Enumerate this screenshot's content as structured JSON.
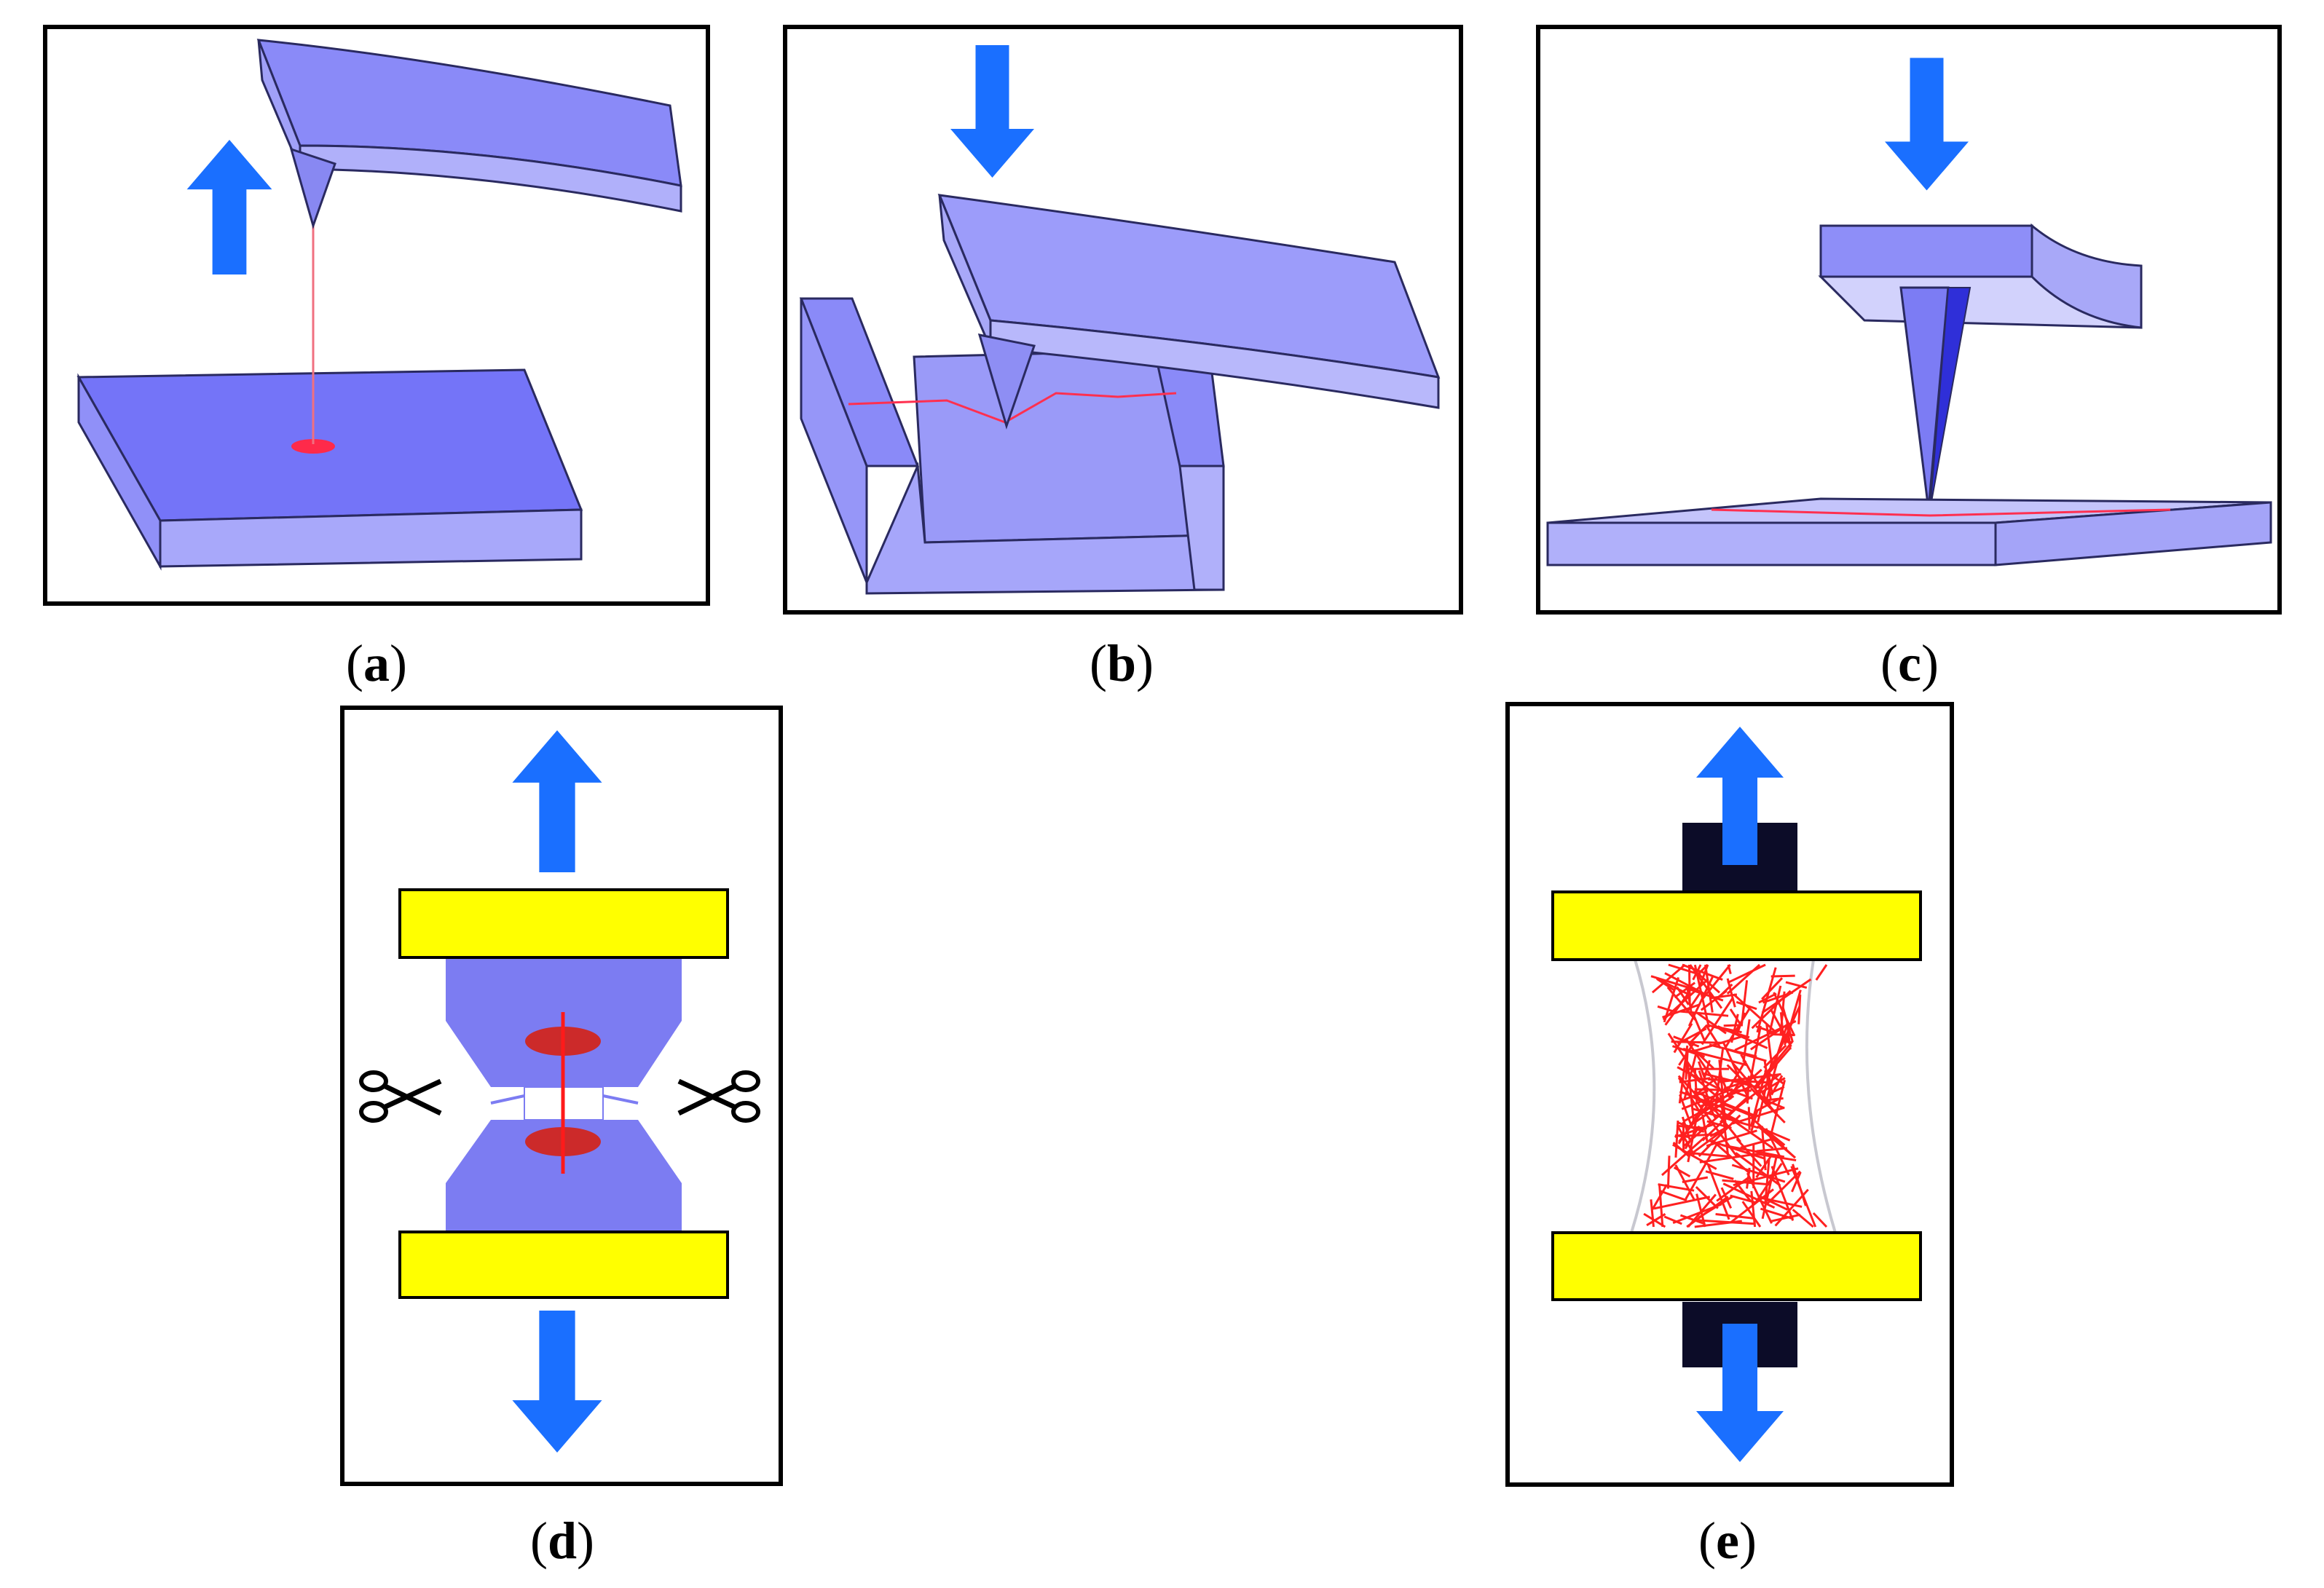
{
  "panels": [
    {
      "id": "a",
      "caption_open": "(",
      "letter": "a",
      "caption_close": ")"
    },
    {
      "id": "b",
      "caption_open": "(",
      "letter": "b",
      "caption_close": ")"
    },
    {
      "id": "c",
      "caption_open": "(",
      "letter": "c",
      "caption_close": ")"
    },
    {
      "id": "d",
      "caption_open": "(",
      "letter": "d",
      "caption_close": ")"
    },
    {
      "id": "e",
      "caption_open": "(",
      "letter": "e",
      "caption_close": ")"
    }
  ],
  "colors": {
    "cantilever": "#8f8ff8",
    "cantilever_light": "#b4b4fa",
    "substrate": "#7474f8",
    "arrow": "#1a6fff",
    "grip": "#ffff00",
    "fiber": "#ff2020",
    "laser": "#ff4060",
    "clamp": "#0c0c28"
  },
  "icons": {
    "arrow": "arrow-icon",
    "scissors": "scissors-icon"
  }
}
